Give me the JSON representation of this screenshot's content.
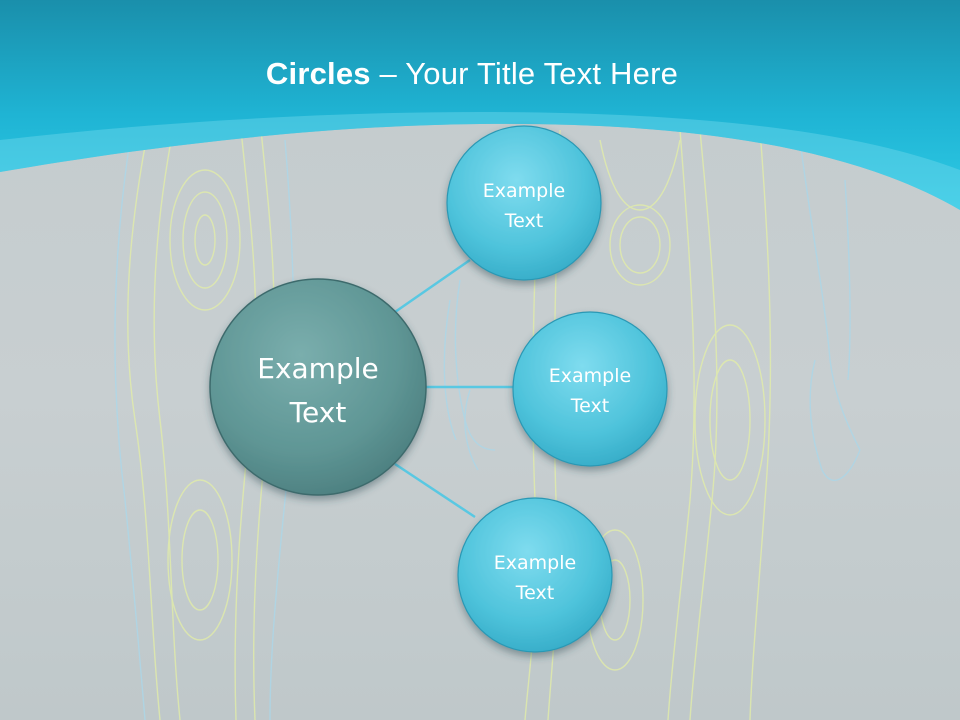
{
  "slide": {
    "title_bold": "Circles",
    "title_rest": " – Your Title Text Here"
  },
  "diagram": {
    "center": {
      "line1": "Example",
      "line2": "Text",
      "color": "#5f9695"
    },
    "nodes": [
      {
        "line1": "Example",
        "line2": "Text"
      },
      {
        "line1": "Example",
        "line2": "Text"
      },
      {
        "line1": "Example",
        "line2": "Text"
      }
    ],
    "node_color": "#4ec3db",
    "connector_color": "#59c8e2"
  },
  "theme": {
    "header_color": "#1fb8d8",
    "background": "#c6cdcf",
    "contour_color": "#e3f0a4"
  }
}
